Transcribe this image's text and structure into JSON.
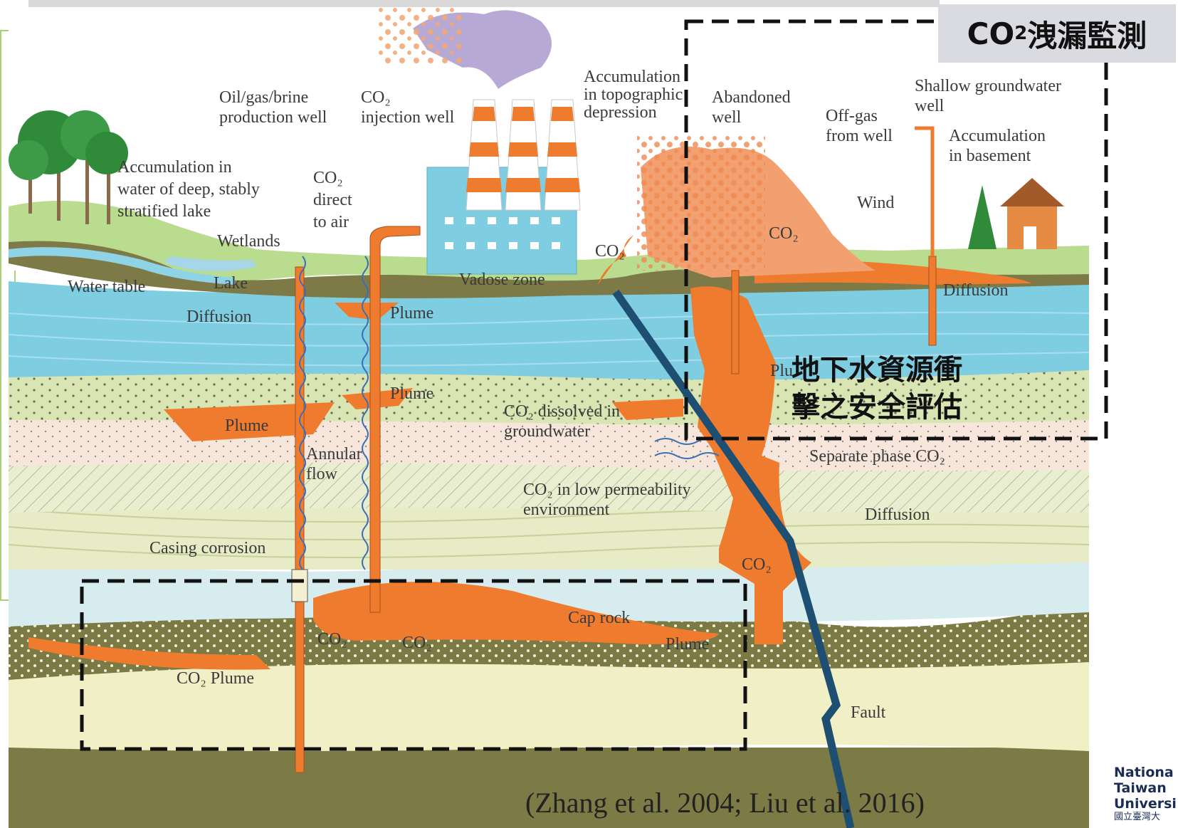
{
  "header": {
    "prefix": "CO",
    "sub": "2",
    "suffix": "洩漏監測"
  },
  "assessment": {
    "line1": "地下水資源衝",
    "line2": "擊之安全評估"
  },
  "citation": "(Zhang et al. 2004; Liu et al. 2016)",
  "logo": {
    "line1": "Nationa",
    "line2": "Taiwan",
    "line3": "Universi",
    "line4": "國立臺灣大"
  },
  "labels": {
    "oil_gas_well": [
      "Oil/gas/brine",
      "production well"
    ],
    "co2_injection": [
      "CO₂",
      "injection well"
    ],
    "accum_topo": [
      "Accumulation",
      "in topographic",
      "depression"
    ],
    "abandoned": [
      "Abandoned",
      "well"
    ],
    "shallow_gw": [
      "Shallow groundwater",
      "well"
    ],
    "offgas": [
      "Off-gas",
      "from well"
    ],
    "accum_basement": [
      "Accumulation",
      "in basement"
    ],
    "accum_lake": [
      "Accumulation in",
      "water of deep, stably",
      "stratified lake"
    ],
    "co2_direct": [
      "CO₂",
      "direct",
      "to air"
    ],
    "wetlands": "Wetlands",
    "water_table": "Water table",
    "lake": "Lake",
    "diffusion_left": "Diffusion",
    "vadose": "Vadose zone",
    "plume_1": "Plume",
    "plume_2": "Plume",
    "plume_3": "Plume",
    "plume_4": "Plume",
    "plume_5": "Plu",
    "co2_topo": "CO₂",
    "co2_cloud": "CO₂",
    "wind": "Wind",
    "diffusion_right": "Diffusion",
    "co2_dissolved": [
      "CO₂ dissolved in",
      "groundwater"
    ],
    "separate_phase": "Separate phase CO₂",
    "annular": [
      "Annular",
      "flow"
    ],
    "co2_lowperm": [
      "CO₂ in low permeability",
      "environment"
    ],
    "diffusion_mid": "Diffusion",
    "casing": "Casing corrosion",
    "co2_fault": "CO₂",
    "cap_rock": "Cap rock",
    "co2_a": "CO₂",
    "co2_b": "CO₂",
    "co2_plume": "CO₂ Plume",
    "fault": "Fault"
  }
}
